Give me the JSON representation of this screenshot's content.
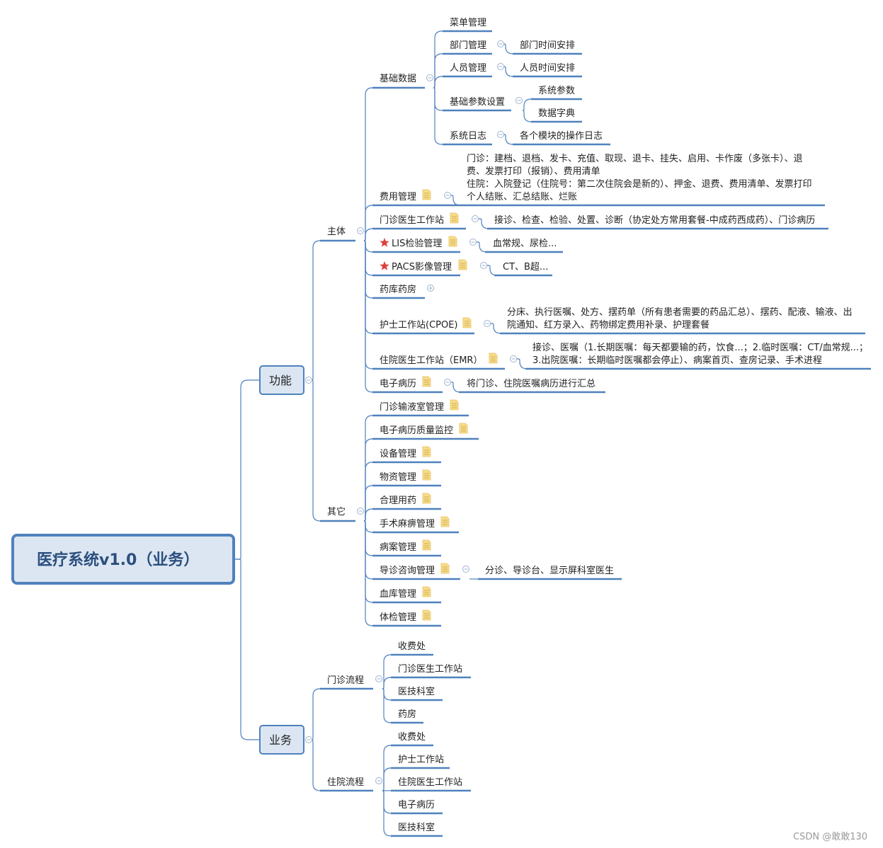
{
  "root": {
    "label": "医疗系统v1.0（业务）"
  },
  "branches": {
    "gongneng": {
      "label": "功能",
      "zhuti": {
        "label": "主体",
        "jichu": {
          "label": "基础数据",
          "items": {
            "menu": "菜单管理",
            "dept": "部门管理",
            "dept_time": "部门时间安排",
            "staff": "人员管理",
            "staff_time": "人员时间安排",
            "params": "基础参数设置",
            "sys_param": "系统参数",
            "dict": "数据字典",
            "log": "系统日志",
            "log_detail": "各个模块的操作日志"
          }
        },
        "feiyong": {
          "label": "费用管理",
          "lines": [
            "门诊：建档、退档、发卡、充值、取现、退卡、挂失、启用、卡作废（多张卡）、退",
            "费、发票打印（报销）、费用清单",
            "住院：入院登记（住院号：第二次住院会是新的）、押金、退费、费用清单、发票打印",
            "个人结账、汇总结账、烂账"
          ]
        },
        "menzhen": {
          "label": "门诊医生工作站",
          "detail": "接诊、检查、检验、处置、诊断（协定处方常用套餐-中成药西成药）、门诊病历"
        },
        "lis": {
          "label": "LIS检验管理",
          "detail": "血常规、尿检..."
        },
        "pacs": {
          "label": "PACS影像管理",
          "detail": "CT、B超..."
        },
        "yaoku": {
          "label": "药库药房"
        },
        "hushi": {
          "label": "护士工作站(CPOE)",
          "lines": [
            "分床、执行医嘱、处方、摆药单（所有患者需要的药品汇总）、摆药、配液、输液、出",
            "院通知、红方录入、药物绑定费用补录、护理套餐"
          ]
        },
        "zhuyuan": {
          "label": "住院医生工作站（EMR）",
          "lines": [
            "接诊、医嘱（1.长期医嘱：每天都要输的药，饮食...；2.临时医嘱：CT/血常规...；",
            "3.出院医嘱：长期临时医嘱都会停止）、病案首页、查房记录、手术进程"
          ]
        },
        "dianzi": {
          "label": "电子病历",
          "detail": "将门诊、住院医嘱病历进行汇总"
        }
      },
      "qita": {
        "label": "其它",
        "items": {
          "shuye": "门诊输液室管理",
          "zhiliang": "电子病历质量监控",
          "shebei": "设备管理",
          "wuzi": "物资管理",
          "heli": "合理用药",
          "shoushu": "手术麻痹管理",
          "bingan": "病案管理",
          "daozhen": "导诊咨询管理",
          "daozhen_detail": "分诊、导诊台、显示屏科室医生",
          "xueku": "血库管理",
          "tijian": "体检管理"
        }
      }
    },
    "yewu": {
      "label": "业务",
      "menzhen_flow": {
        "label": "门诊流程",
        "items": {
          "a": "收费处",
          "b": "门诊医生工作站",
          "c": "医技科室",
          "d": "药房"
        }
      },
      "zhuyuan_flow": {
        "label": "住院流程",
        "items": {
          "a": "收费处",
          "b": "护士工作站",
          "c": "住院医生工作站",
          "d": "电子病历",
          "e": "医技科室"
        }
      }
    }
  },
  "watermark": "CSDN @敢敢130",
  "colors": {
    "line": "#4f81bd",
    "box_fill": "#dce6f2",
    "box_border": "#4f81bd",
    "note_icon": "#f5d67b",
    "star": "#e0403a",
    "collapse": "#9fb3cf"
  }
}
